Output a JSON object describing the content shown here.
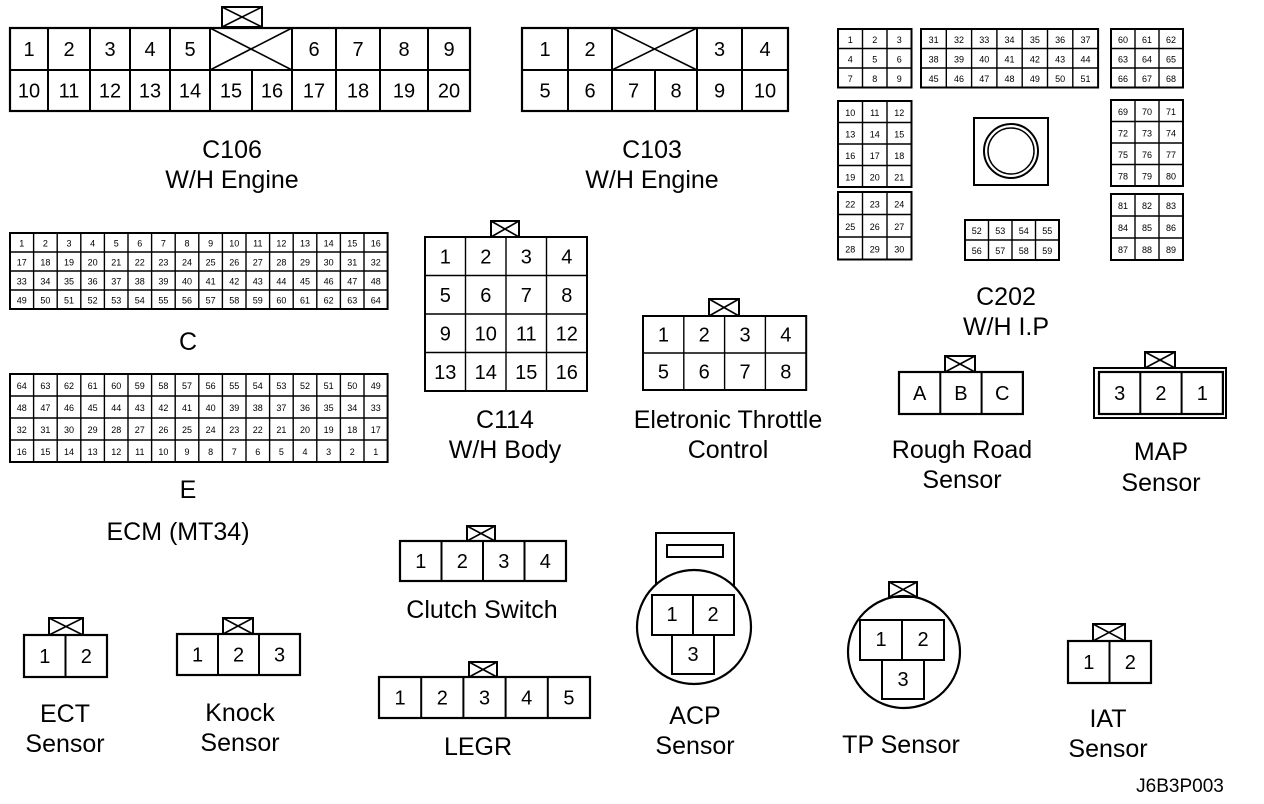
{
  "connectors": {
    "c106": {
      "pins": [
        "1",
        "2",
        "3",
        "4",
        "5",
        "6",
        "7",
        "8",
        "9",
        "10",
        "11",
        "12",
        "13",
        "14",
        "15",
        "16",
        "17",
        "18",
        "19",
        "20"
      ],
      "name": "C106",
      "desc": "W/H Engine"
    },
    "c103": {
      "pins": [
        "1",
        "2",
        "3",
        "4",
        "5",
        "6",
        "7",
        "8",
        "9",
        "10"
      ],
      "name": "C103",
      "desc": "W/H Engine"
    },
    "ecm_c": {
      "pins": [],
      "name": "C"
    },
    "ecm_e": {
      "pins": [],
      "name": "E"
    },
    "c114": {
      "pins": [
        "1",
        "2",
        "3",
        "4",
        "5",
        "6",
        "7",
        "8",
        "9",
        "10",
        "11",
        "12",
        "13",
        "14",
        "15",
        "16"
      ],
      "name": "C114",
      "desc": "W/H Body"
    },
    "etc": {
      "pins": [
        "1",
        "2",
        "3",
        "4",
        "5",
        "6",
        "7",
        "8"
      ],
      "line1": "Eletronic Throttle",
      "line2": "Control"
    },
    "c202": {
      "pins": [],
      "name": "C202",
      "desc": "W/H I.P"
    },
    "rough_road": {
      "pins": [
        "A",
        "B",
        "C"
      ],
      "line1": "Rough Road",
      "line2": "Sensor"
    },
    "map": {
      "pins": [
        "3",
        "2",
        "1"
      ],
      "line1": "MAP",
      "line2": "Sensor"
    },
    "clutch": {
      "pins": [
        "1",
        "2",
        "3",
        "4"
      ],
      "label": "Clutch Switch"
    },
    "legr": {
      "pins": [
        "1",
        "2",
        "3",
        "4",
        "5"
      ],
      "label": "LEGR"
    },
    "acp": {
      "pins": [
        "1",
        "2",
        "3"
      ],
      "line1": "ACP",
      "line2": "Sensor"
    },
    "tp": {
      "pins": [
        "1",
        "2",
        "3"
      ],
      "label": "TP Sensor"
    },
    "ect": {
      "pins": [
        "1",
        "2"
      ],
      "line1": "ECT",
      "line2": "Sensor"
    },
    "knock": {
      "pins": [
        "1",
        "2",
        "3"
      ],
      "line1": "Knock",
      "line2": "Sensor"
    },
    "iat": {
      "pins": [
        "1",
        "2"
      ],
      "line1": "IAT",
      "line2": "Sensor"
    }
  },
  "ecm_label": "ECM (MT34)",
  "figure_id": "J6B3P003"
}
